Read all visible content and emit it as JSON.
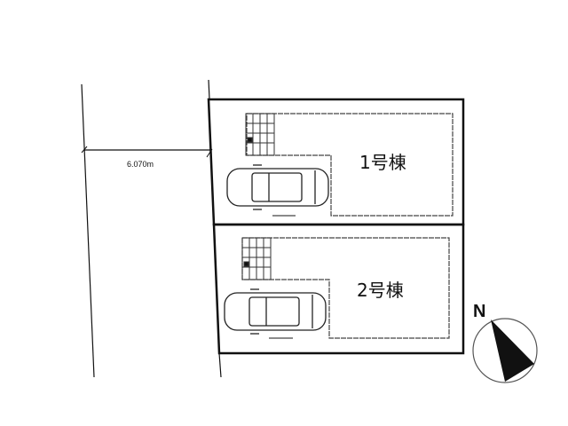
{
  "plan": {
    "road": {
      "width_label": "6.070m"
    },
    "lots": [
      {
        "label": "1号棟"
      },
      {
        "label": "2号棟"
      }
    ],
    "compass": {
      "label": "N"
    },
    "colors": {
      "line": "#111111",
      "outline": "#333333",
      "background": "#ffffff"
    }
  }
}
